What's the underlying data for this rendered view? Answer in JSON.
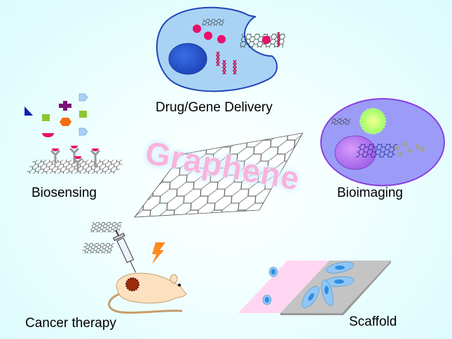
{
  "title": "Graphene",
  "applications": [
    {
      "key": "drug_gene_delivery",
      "label": "Drug/Gene Delivery"
    },
    {
      "key": "biosensing",
      "label": "Biosensing"
    },
    {
      "key": "bioimaging",
      "label": "Bioimaging"
    },
    {
      "key": "cancer_therapy",
      "label": "Cancer therapy"
    },
    {
      "key": "scaffold",
      "label": "Scaffold"
    }
  ],
  "colors": {
    "background": "#e4fdfd",
    "title": "#f7b4dd",
    "cell_blue": "#a9d3f5",
    "nucleus_blue": "#2255cc",
    "drug_pink": "#e8106a",
    "bioimaging_cell": "#9b9cf8",
    "bioimaging_nucleus": "#b77ef0",
    "mouse_body": "#fde0bf",
    "tumor": "#9c2c0a",
    "lightning": "#ff8a20",
    "scaffold_pink": "#ffd6f2",
    "scaffold_gray": "#c4c4c4",
    "scaffold_cell": "#8ec6f5"
  }
}
